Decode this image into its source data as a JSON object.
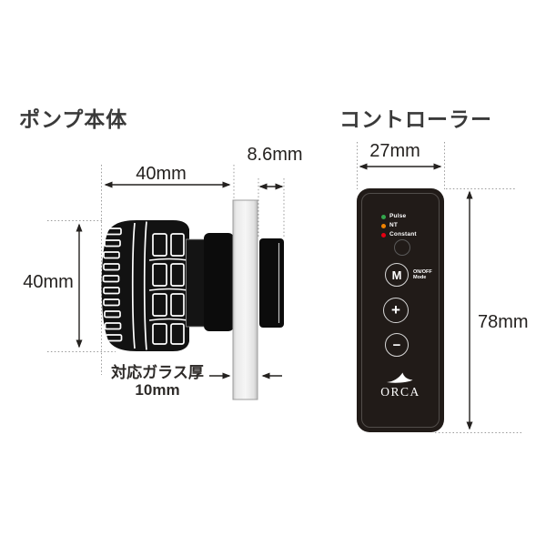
{
  "pump_section": {
    "title": "ポンプ本体",
    "dims": {
      "width": "40mm",
      "height": "40mm",
      "magnet_thickness": "8.6mm"
    },
    "glass_note": {
      "line1": "対応ガラス厚",
      "line2": "10mm"
    }
  },
  "controller_section": {
    "title": "コントローラー",
    "dims": {
      "width": "27mm",
      "height": "78mm"
    },
    "leds": [
      {
        "label": "Pulse",
        "color": "#33a64c"
      },
      {
        "label": "NT",
        "color": "#f08300"
      },
      {
        "label": "Constant",
        "color": "#e60012"
      }
    ],
    "buttons": {
      "mode_label": "M",
      "mode_note_line1": "ON/OFF",
      "mode_note_line2": "Mode",
      "plus_label": "+",
      "minus_label": "−"
    },
    "brand": "ORCA",
    "body_color": "#211b18"
  },
  "colors": {
    "background": "#ffffff",
    "dimension_line": "#24211f",
    "dotted_guide": "#9a9a9a",
    "glass": "#ededed",
    "pump_body": "#121212"
  }
}
